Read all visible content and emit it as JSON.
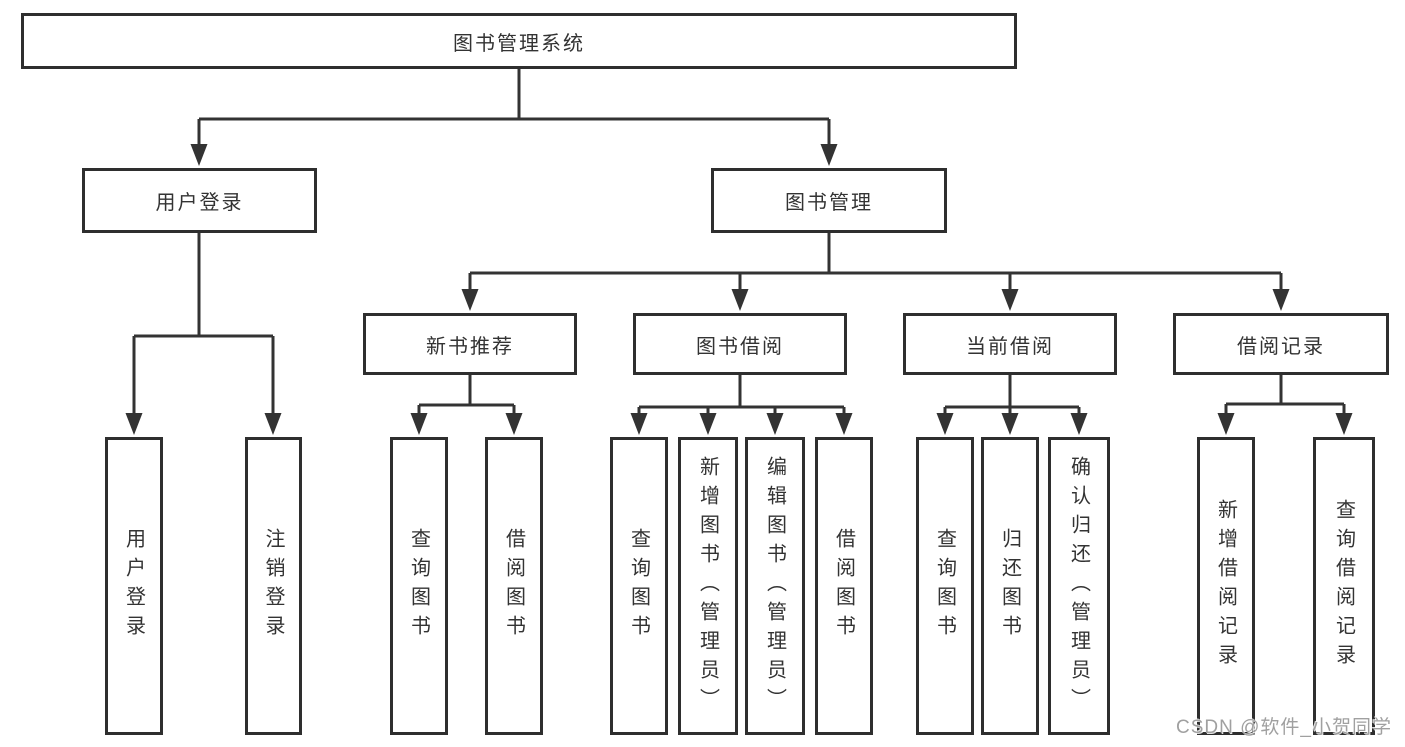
{
  "diagram": {
    "root": {
      "label": "图书管理系统",
      "children": [
        {
          "label": "用户登录",
          "children": [
            {
              "label": "用户登录"
            },
            {
              "label": "注销登录"
            }
          ]
        },
        {
          "label": "图书管理",
          "children": [
            {
              "label": "新书推荐",
              "children": [
                {
                  "label": "查询图书"
                },
                {
                  "label": "借阅图书"
                }
              ]
            },
            {
              "label": "图书借阅",
              "children": [
                {
                  "label": "查询图书"
                },
                {
                  "label": "新增图书（管理员）"
                },
                {
                  "label": "编辑图书（管理员）"
                },
                {
                  "label": "借阅图书"
                }
              ]
            },
            {
              "label": "当前借阅",
              "children": [
                {
                  "label": "查询图书"
                },
                {
                  "label": "归还图书"
                },
                {
                  "label": "确认归还（管理员）"
                }
              ]
            },
            {
              "label": "借阅记录",
              "children": [
                {
                  "label": "新增借阅记录"
                },
                {
                  "label": "查询借阅记录"
                }
              ]
            }
          ]
        }
      ]
    }
  },
  "watermark": {
    "text": "CSDN @软件_小贺同学",
    "color": "#a0a0a0"
  },
  "colors": {
    "background": "#ffffff",
    "box_fill": "#ffffff",
    "box_border": "#2e2e2e",
    "connector_line": "#333333",
    "text": "#333333"
  }
}
